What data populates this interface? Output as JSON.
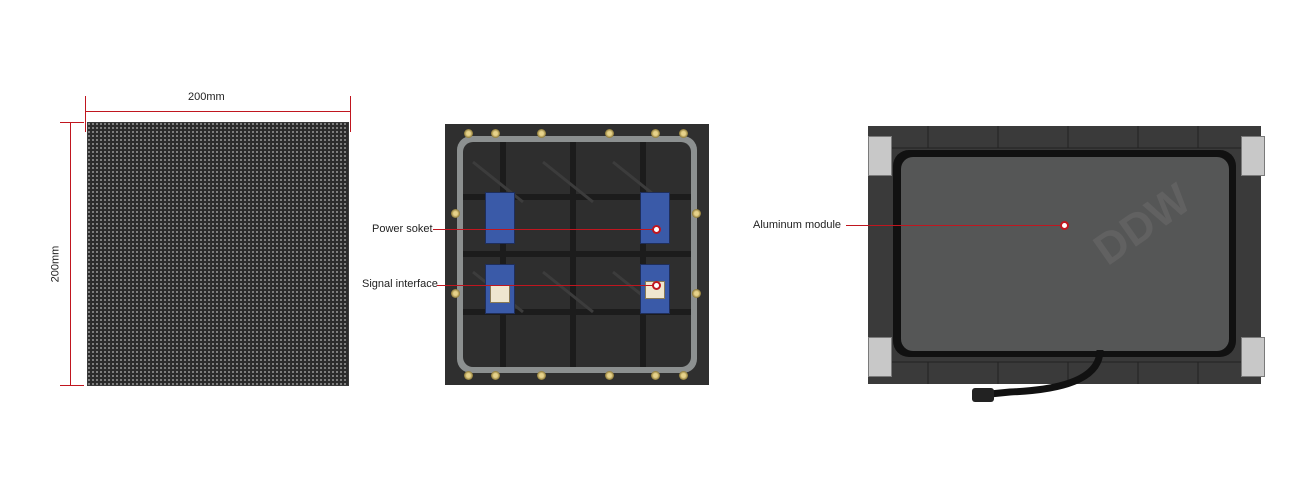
{
  "dimensions": {
    "width_label": "200mm",
    "height_label": "200mm"
  },
  "callouts": {
    "power": "Power soket",
    "signal": "Signal interface",
    "aluminum": "Aluminum module"
  },
  "watermark": "DDW",
  "colors": {
    "accent_red": "#c0161f",
    "panel_dark": "#2b2b2b",
    "frame_gray": "#8c9090",
    "board_blue": "#3a5aa8"
  }
}
